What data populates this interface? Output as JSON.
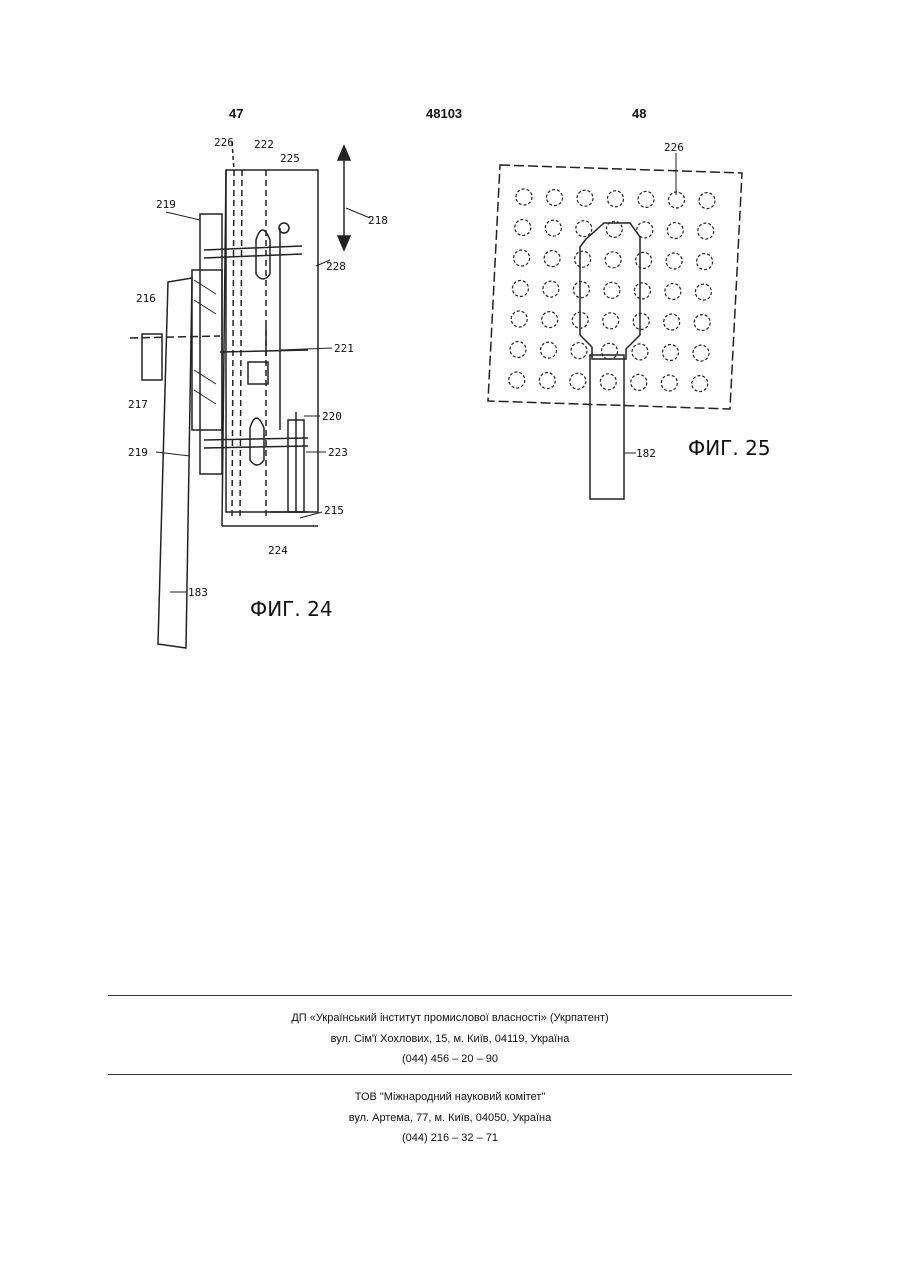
{
  "header": {
    "page_left": "47",
    "patent_number": "48103",
    "page_right": "48"
  },
  "figure24": {
    "caption": "ФИГ. 24",
    "labels": {
      "l226": "226",
      "l222": "222",
      "l225": "225",
      "l218": "218",
      "l219a": "219",
      "l228": "228",
      "l216": "216",
      "l221": "221",
      "l217": "217",
      "l220": "220",
      "l219b": "219",
      "l223": "223",
      "l215": "215",
      "l224": "224",
      "l183": "183"
    }
  },
  "figure25": {
    "caption": "ФИГ. 25",
    "labels": {
      "l226": "226",
      "l182": "182"
    },
    "grid": {
      "rows": 7,
      "cols": 7
    }
  },
  "footer": {
    "org1_name": "ДП «Український інститут промислової власності» (Укрпатент)",
    "org1_address": "вул. Сім'ї Хохлових, 15, м. Київ, 04119, Україна",
    "org1_phone": "(044) 456 – 20 – 90",
    "org2_name": "ТОВ \"Міжнародний науковий комітет\"",
    "org2_address": "вул. Артема, 77, м. Київ, 04050, Україна",
    "org2_phone": "(044) 216 – 32 – 71"
  }
}
